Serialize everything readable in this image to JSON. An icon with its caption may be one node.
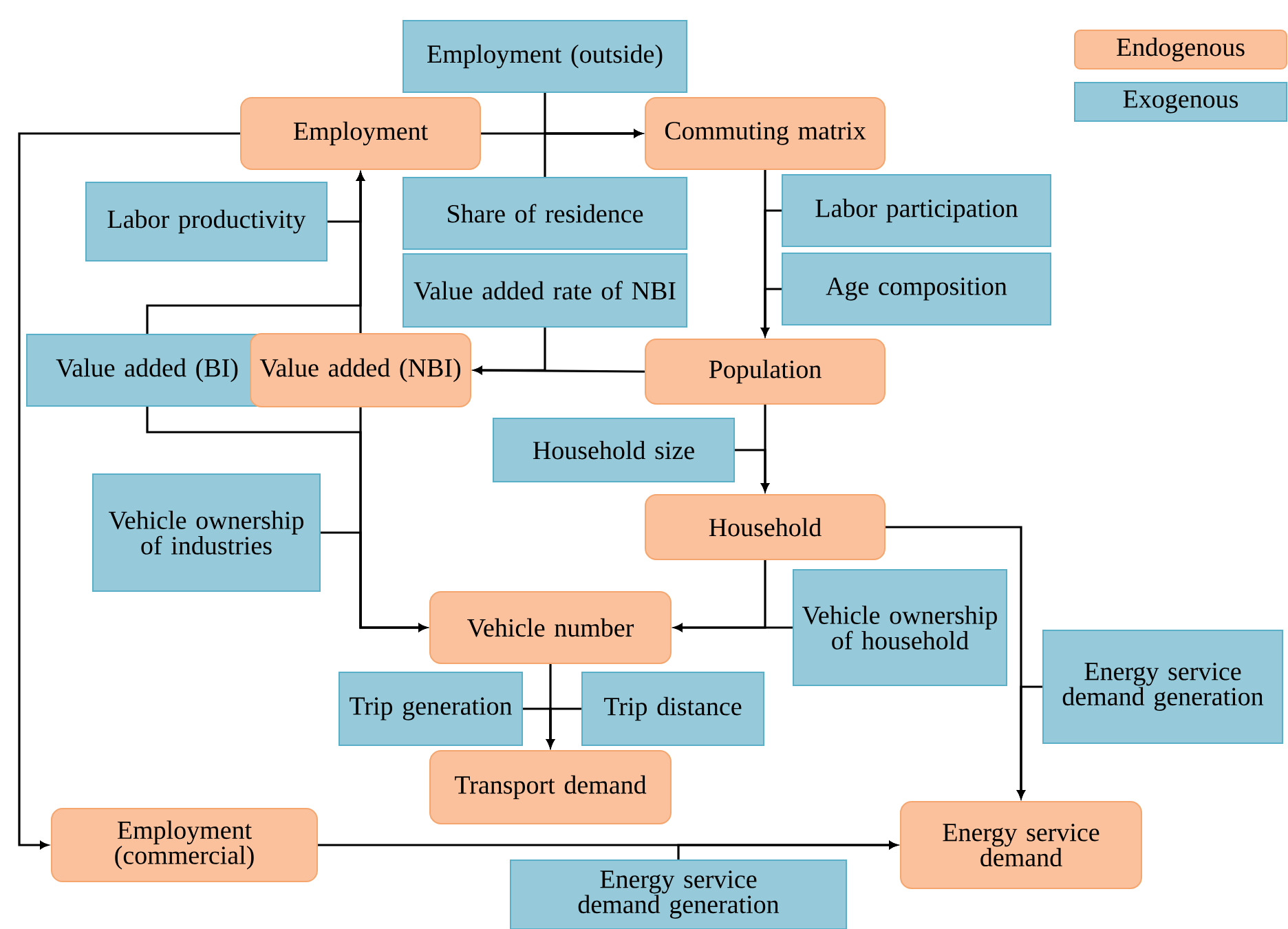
{
  "diagram": {
    "nodes": [
      {
        "text": [
          "Employment (outside)"
        ]
      },
      {
        "text": [
          "Employment"
        ]
      },
      {
        "text": [
          "Commuting matrix"
        ]
      },
      {
        "text": [
          "Labor productivity"
        ]
      },
      {
        "text": [
          "Share of residence"
        ]
      },
      {
        "text": [
          "Labor participation"
        ]
      },
      {
        "text": [
          "Value added rate of NBI"
        ]
      },
      {
        "text": [
          "Age composition"
        ]
      },
      {
        "text": [
          "Value added (BI)"
        ]
      },
      {
        "text": [
          "Value added (NBI)"
        ]
      },
      {
        "text": [
          "Population"
        ]
      },
      {
        "text": [
          "Household size"
        ]
      },
      {
        "text": [
          "Vehicle ownership of industries"
        ]
      },
      {
        "text": [
          "Household"
        ]
      },
      {
        "text": [
          "Vehicle ownership of household"
        ]
      },
      {
        "text": [
          "Vehicle number"
        ]
      },
      {
        "text": [
          "Energy service demand generation"
        ]
      },
      {
        "text": [
          "Trip generation"
        ]
      },
      {
        "text": [
          "Trip distance"
        ]
      },
      {
        "text": [
          "Transport demand"
        ]
      },
      {
        "text": [
          "Employment (commercial)"
        ]
      },
      {
        "text": [
          "Energy service demand"
        ]
      },
      {
        "text": [
          "Energy service demand generation"
        ]
      }
    ],
    "edges": [
      {
        "from": 1,
        "to": 2,
        "arrow": "to"
      },
      {
        "from": 0,
        "to": 2,
        "arrow": "to"
      },
      {
        "from": 4,
        "to": 2,
        "arrow": "to"
      },
      {
        "from": 1,
        "to": 20,
        "arrow": "to"
      },
      {
        "from": 9,
        "to": 1,
        "arrow": "to"
      },
      {
        "from": 3,
        "to": 1,
        "arrow": "to"
      },
      {
        "from": 8,
        "to": 1,
        "arrow": "to"
      },
      {
        "from": 8,
        "to": 15,
        "arrow": "to"
      },
      {
        "from": 9,
        "to": 15,
        "arrow": "to"
      },
      {
        "from": 12,
        "to": 15,
        "arrow": "to"
      },
      {
        "from": 10,
        "to": 9,
        "arrow": "to"
      },
      {
        "from": 6,
        "to": 9,
        "arrow": "to"
      },
      {
        "from": 2,
        "to": 10,
        "arrow": "to"
      },
      {
        "from": 5,
        "to": 10,
        "arrow": "to"
      },
      {
        "from": 7,
        "to": 10,
        "arrow": "to"
      },
      {
        "from": 10,
        "to": 13,
        "arrow": "to"
      },
      {
        "from": 11,
        "to": 13,
        "arrow": "to"
      },
      {
        "from": 13,
        "to": 15,
        "arrow": "to"
      },
      {
        "from": 14,
        "to": 15,
        "arrow": "to"
      },
      {
        "from": 13,
        "to": 21,
        "arrow": "to"
      },
      {
        "from": 16,
        "to": 21,
        "arrow": "to"
      },
      {
        "from": 15,
        "to": 19,
        "arrow": "to"
      },
      {
        "from": 17,
        "to": 19,
        "arrow": "to"
      },
      {
        "from": 18,
        "to": 19,
        "arrow": "to"
      },
      {
        "from": 20,
        "to": 21,
        "arrow": "to"
      },
      {
        "from": 22,
        "to": 21,
        "arrow": "to"
      }
    ],
    "legend": [
      {
        "text": "Endogenous",
        "color": "#fbc09c"
      },
      {
        "text": "Exogenous",
        "color": "#96cadb"
      }
    ]
  }
}
